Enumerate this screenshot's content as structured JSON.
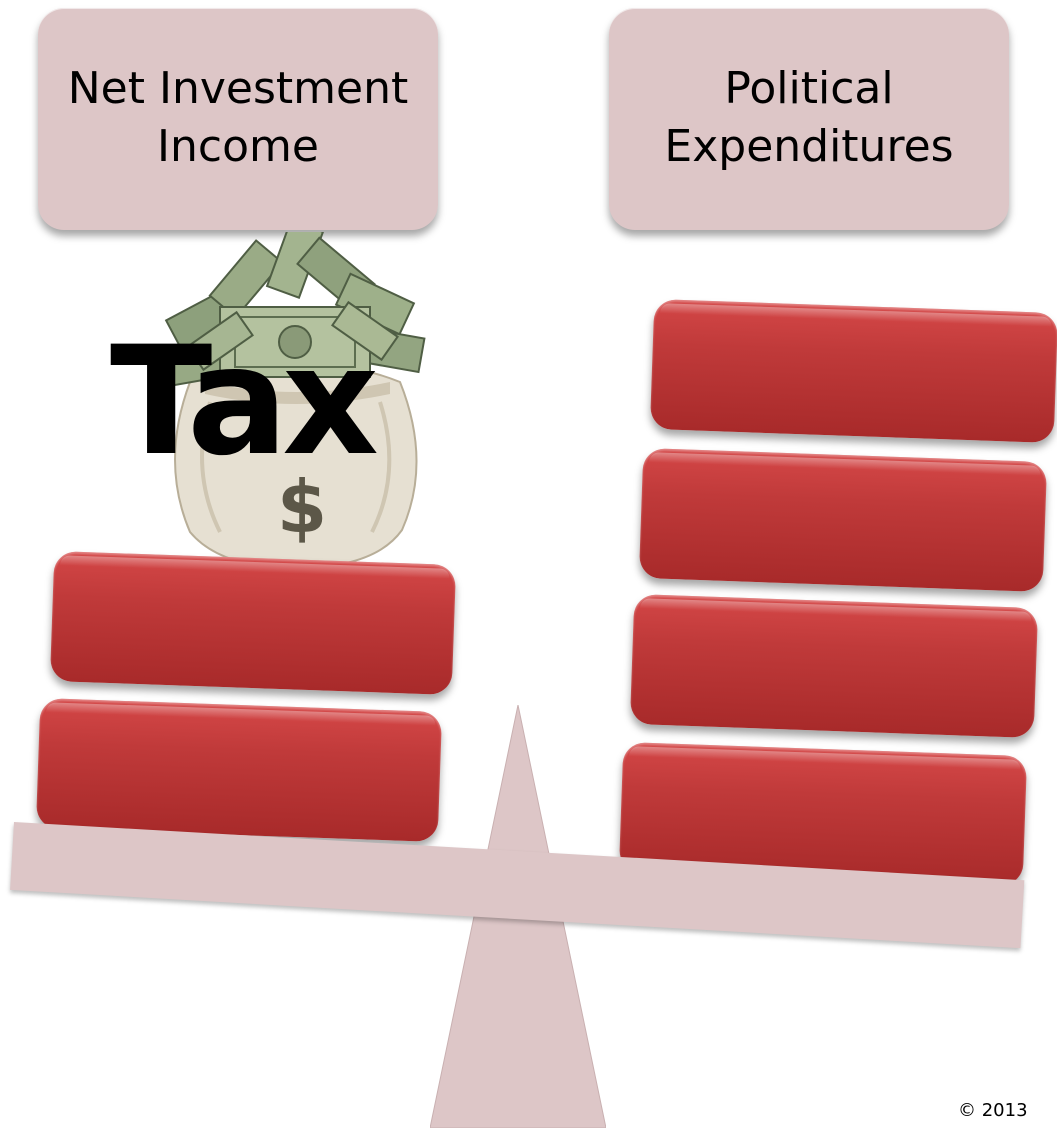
{
  "diagram": {
    "left_header": "Net Investment Income",
    "right_header": "Political Expenditures",
    "overlay_text": "Tax",
    "copyright": "© 2013",
    "colors": {
      "header_fill": "#ddc6c7",
      "block_fill": "#c03a3a",
      "beam_fill": "#ddc6c7",
      "text": "#000000"
    },
    "left_block_count": 2,
    "right_block_count": 4,
    "icons": [
      "money-bag-icon",
      "dollar-sign-icon"
    ]
  }
}
